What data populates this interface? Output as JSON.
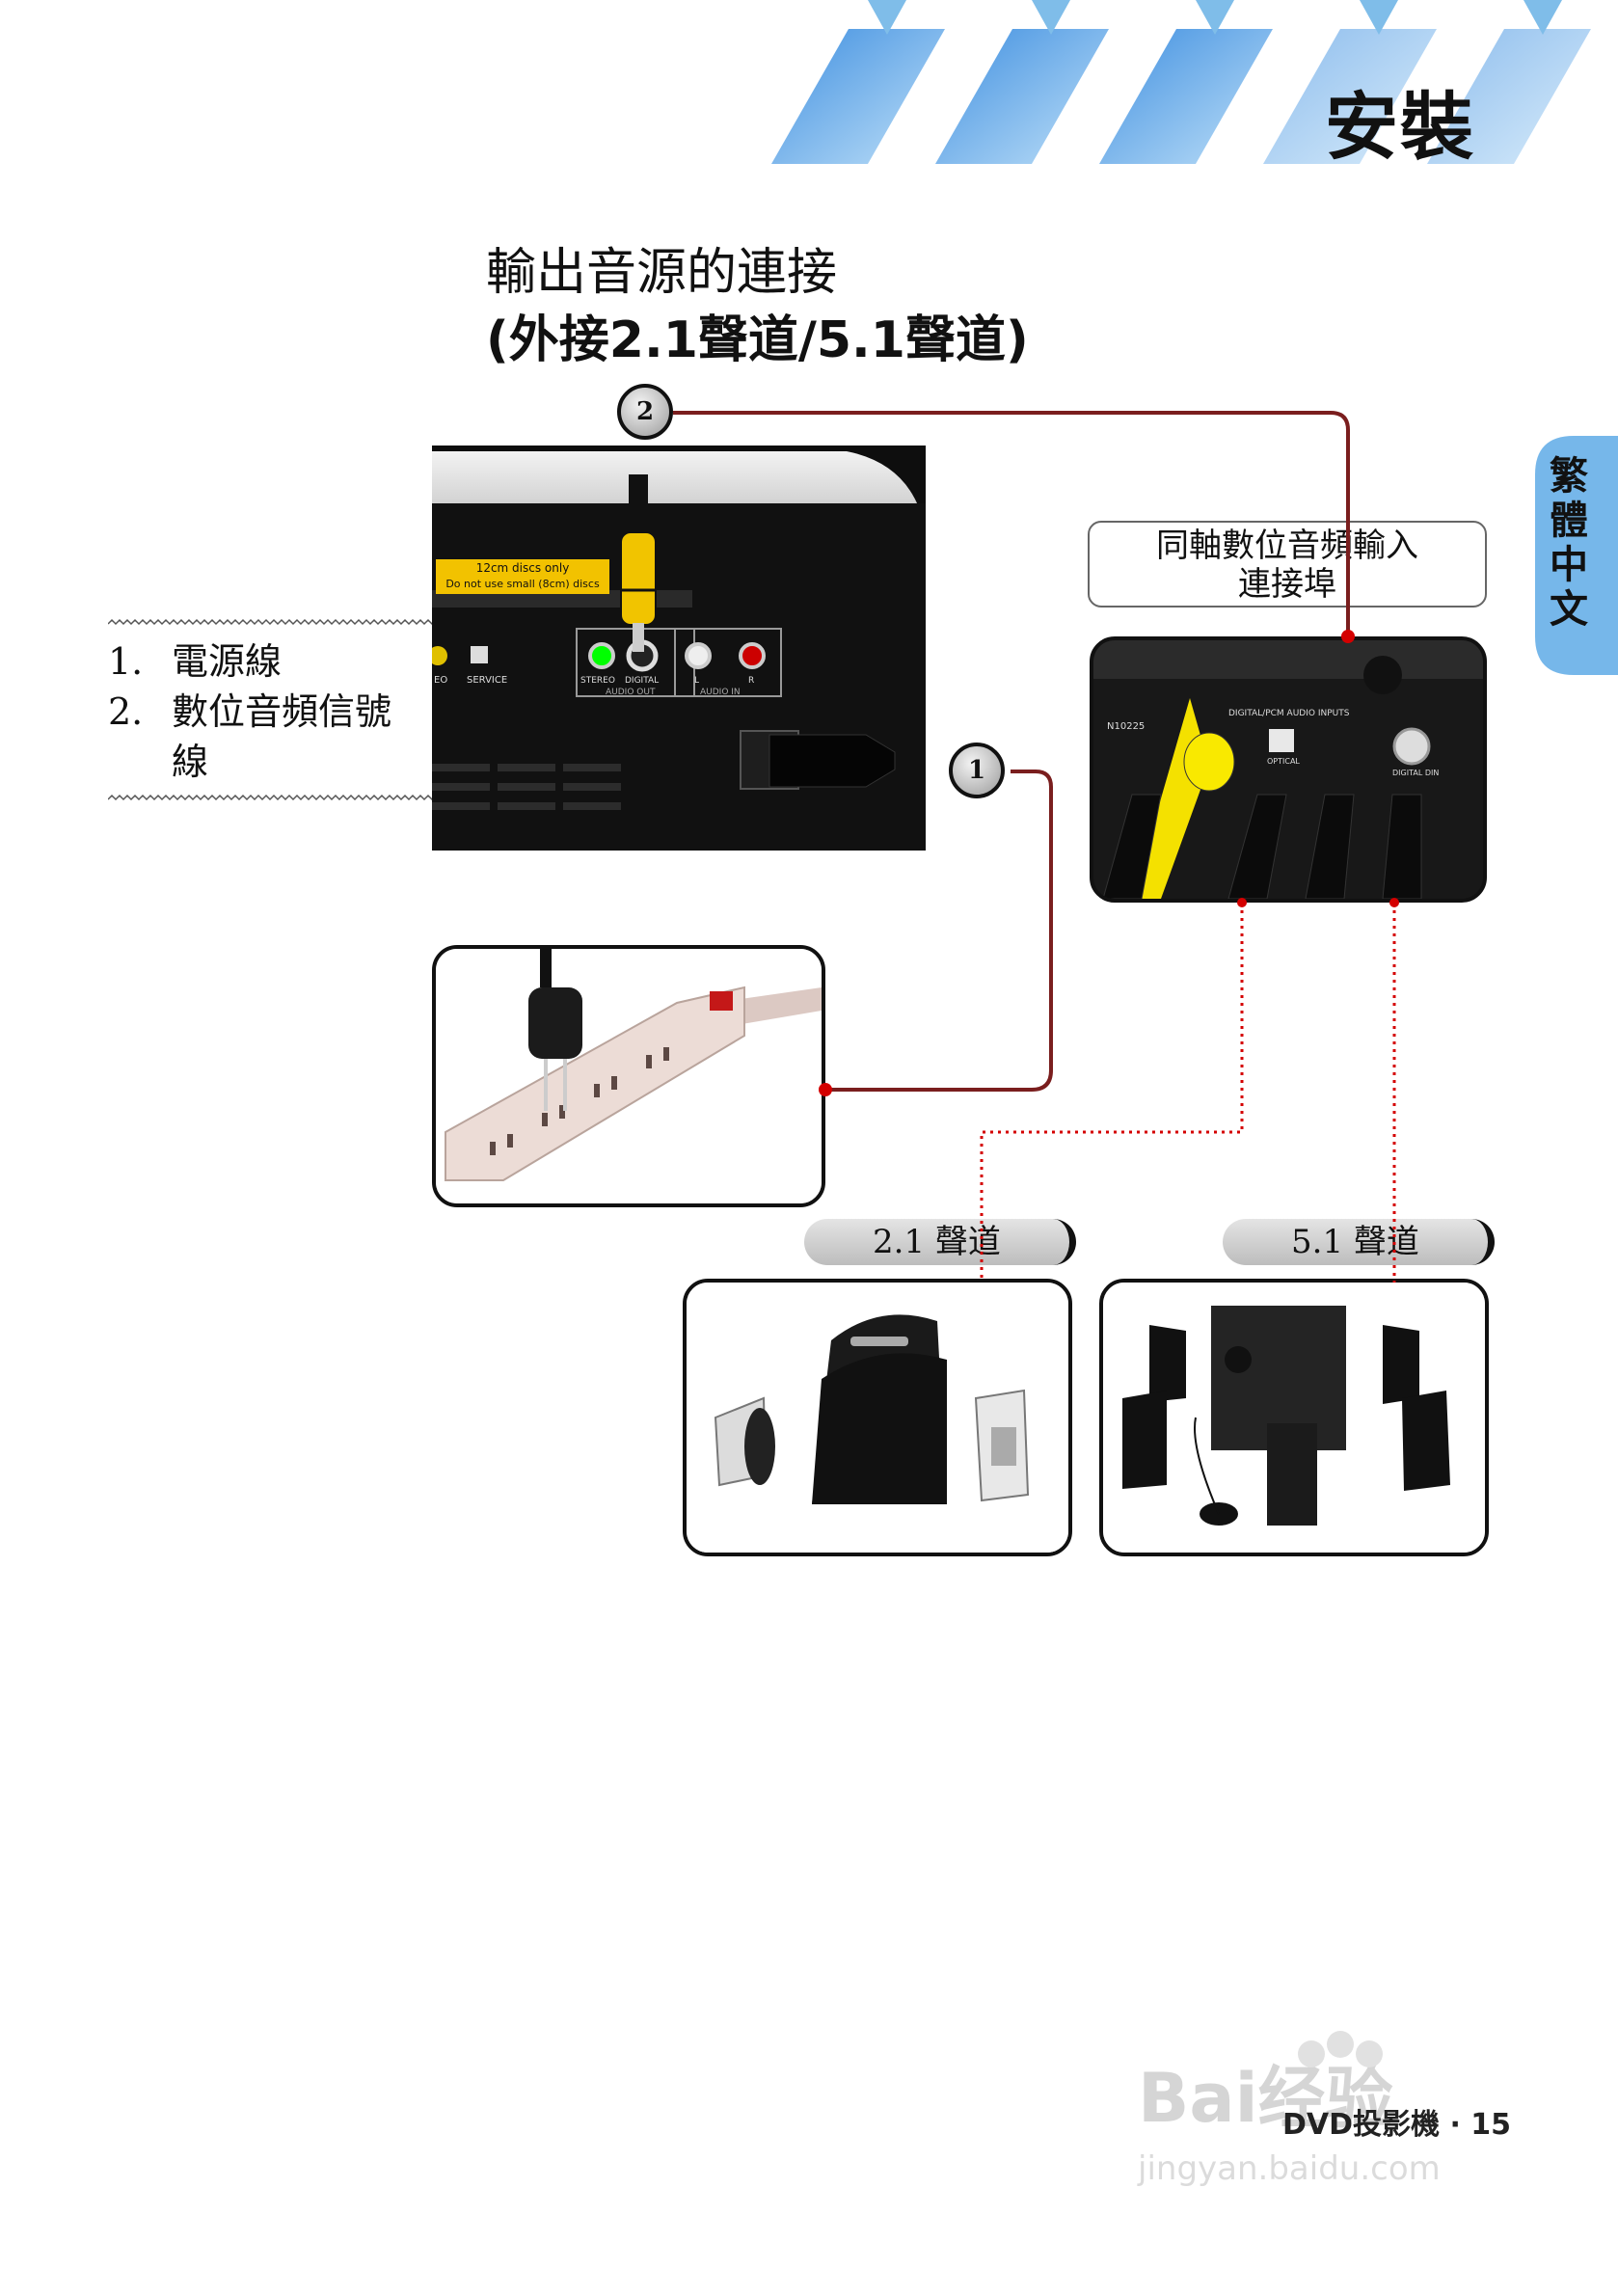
{
  "header": {
    "section_title": "安裝",
    "side_tab": "繁體中文"
  },
  "heading": {
    "line1": "輸出音源的連接",
    "line2": "(外接2.1聲道/5.1聲道)"
  },
  "legend": {
    "items": [
      {
        "num": "1.",
        "label": "電源線"
      },
      {
        "num": "2.",
        "label": "數位音頻信號線"
      }
    ]
  },
  "callout": {
    "line1": "同軸數位音頻輸入",
    "line2": "連接埠"
  },
  "badges": {
    "one": "1",
    "two": "2"
  },
  "speakers": {
    "label_21": "2.1 聲道",
    "label_51": "5.1 聲道"
  },
  "projector_labels": {
    "disc_line1": "12cm discs only",
    "disc_line2": "Do not use small (8cm) discs",
    "video": "EO",
    "service": "SERVICE",
    "stereo": "STEREO",
    "digital": "DIGITAL",
    "audio_out": "AUDIO OUT",
    "left": "L",
    "right": "R",
    "audio_in": "AUDIO IN"
  },
  "receiver_labels": {
    "model": "N10225",
    "inputs": "DIGITAL/PCM AUDIO INPUTS",
    "optical": "OPTICAL",
    "din": "DIGITAL DIN"
  },
  "footer": {
    "text": "DVD投影機 · 15"
  },
  "watermark": {
    "brand": "Bai经验",
    "url": "jingyan.baidu.com"
  },
  "colors": {
    "stripe_blue": "#5aa7e6",
    "wire_red": "#7a1e1e",
    "dot_red": "#d40000"
  }
}
